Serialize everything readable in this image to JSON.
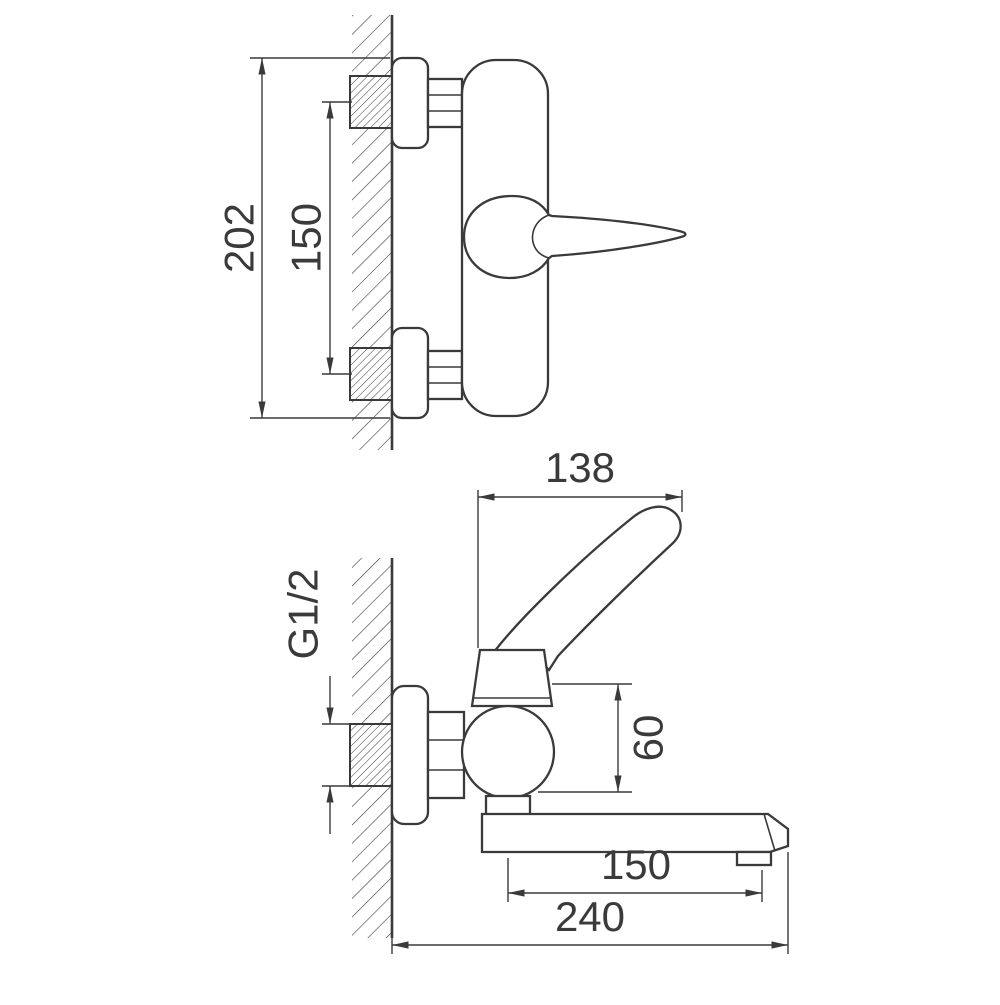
{
  "dimension_labels": {
    "front_overall_height": "202",
    "front_inlet_spacing": "150",
    "side_handle_reach": "138",
    "thread_size": "G1/2",
    "side_body_height": "60",
    "side_spout_length": "150",
    "side_overall_depth": "240"
  }
}
